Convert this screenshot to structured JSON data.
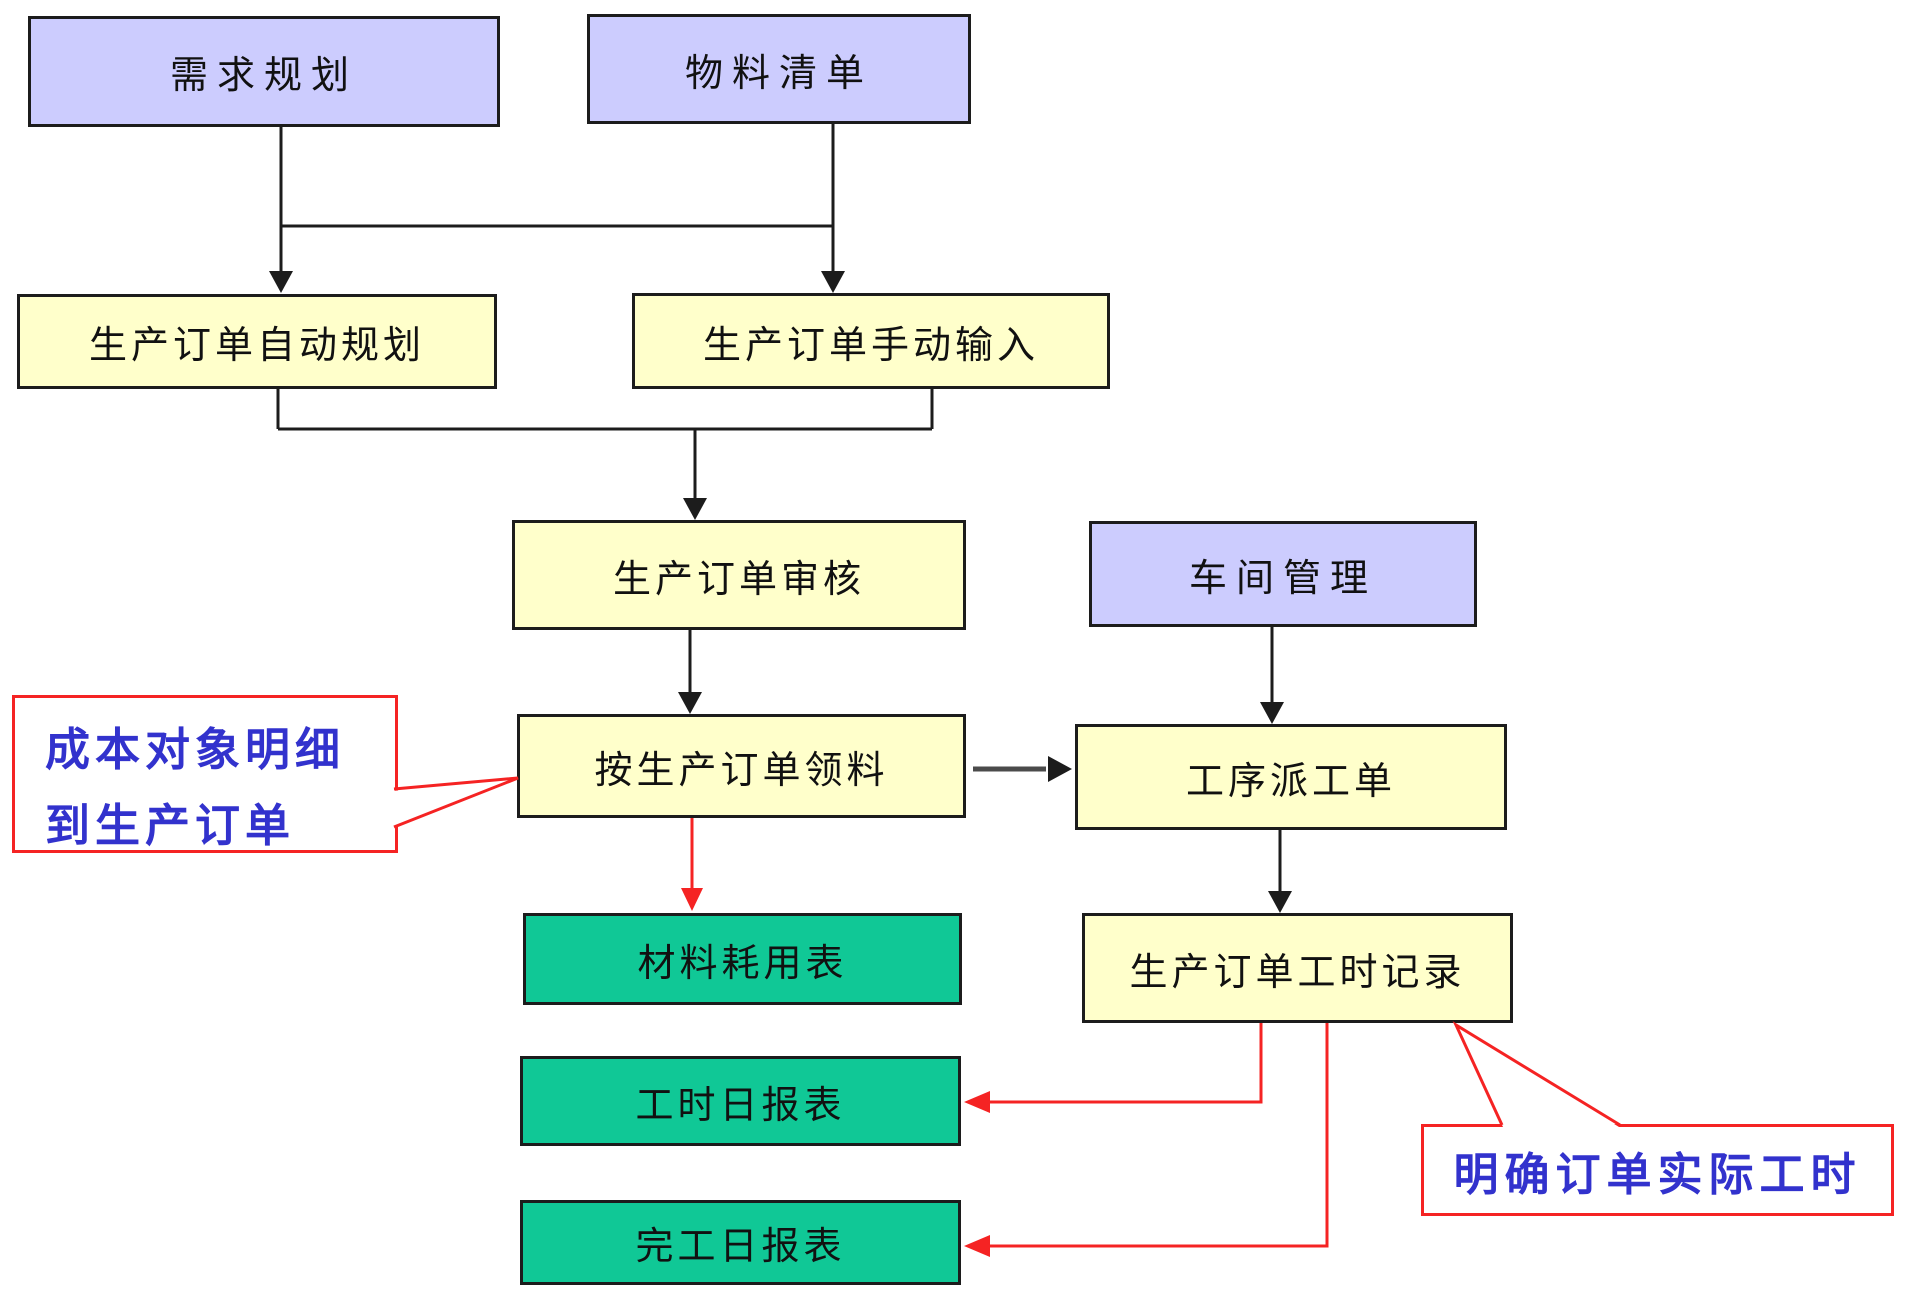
{
  "diagram": {
    "nodes": [
      {
        "id": "demand-planning",
        "label": "需求规划",
        "kind": "module"
      },
      {
        "id": "bill-of-materials",
        "label": "物料清单",
        "kind": "module"
      },
      {
        "id": "production-order-auto-planning",
        "label": "生产订单自动规划",
        "kind": "process"
      },
      {
        "id": "production-order-manual-input",
        "label": "生产订单手动输入",
        "kind": "process"
      },
      {
        "id": "production-order-review",
        "label": "生产订单审核",
        "kind": "process"
      },
      {
        "id": "workshop-management",
        "label": "车间管理",
        "kind": "module"
      },
      {
        "id": "picking-by-production-order",
        "label": "按生产订单领料",
        "kind": "process"
      },
      {
        "id": "process-dispatch-order",
        "label": "工序派工单",
        "kind": "process"
      },
      {
        "id": "material-consumption-report",
        "label": "材料耗用表",
        "kind": "report"
      },
      {
        "id": "production-order-hours-record",
        "label": "生产订单工时记录",
        "kind": "process"
      },
      {
        "id": "work-hours-daily-report",
        "label": "工时日报表",
        "kind": "report"
      },
      {
        "id": "completion-daily-report",
        "label": "完工日报表",
        "kind": "report"
      }
    ],
    "callouts": [
      {
        "id": "cost-object-note",
        "lines": [
          "成本对象明细",
          "到生产订单"
        ]
      },
      {
        "id": "actual-hours-note",
        "lines": [
          "明确订单实际工时"
        ]
      }
    ],
    "colors": {
      "module_fill": "#ccccfe",
      "process_fill": "#ffffcb",
      "report_fill": "#10c896",
      "connector_black": "#1c1c1c",
      "highlight_red": "#f52323",
      "note_text_blue": "#3232cd",
      "background": "#ffffff"
    }
  }
}
